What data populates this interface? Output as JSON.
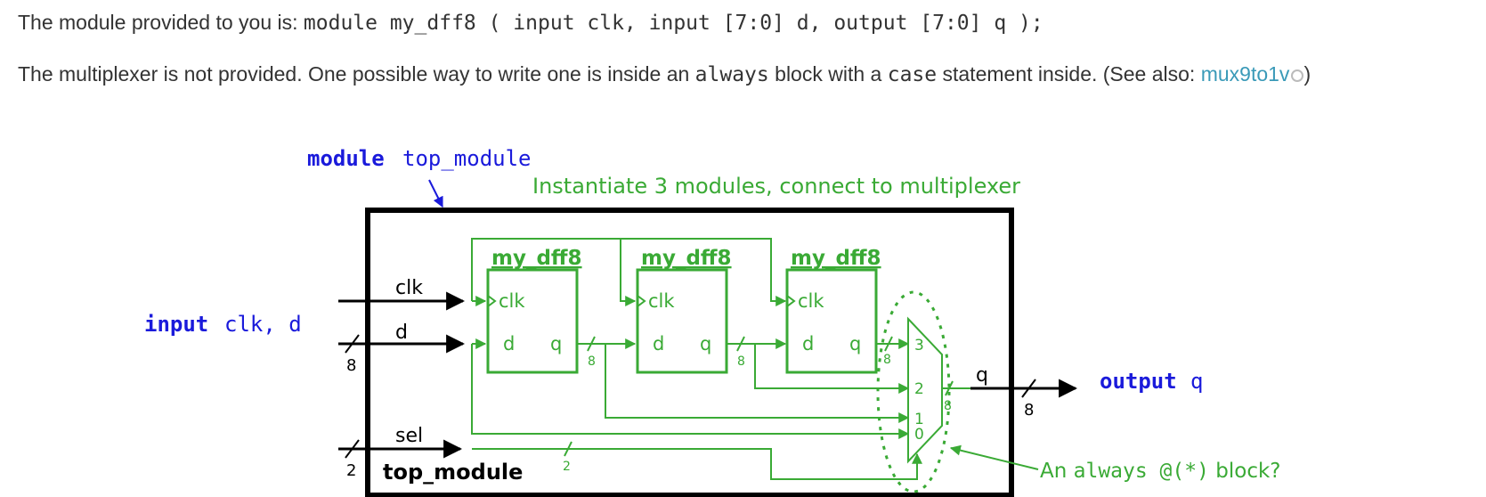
{
  "intro": {
    "p1_prefix": "The module provided to you is: ",
    "p1_code": "module my_dff8 ( input clk, input [7:0] d, output [7:0] q );",
    "p2_prefix": "The multiplexer is not provided. One possible way to write one is inside an ",
    "p2_always": "always",
    "p2_mid": " block with a ",
    "p2_case": "case",
    "p2_suffix": " statement inside. (See also: ",
    "p2_link": "mux9to1v",
    "p2_end": ")"
  },
  "diagram": {
    "module_kw": "module",
    "module_name": "top_module",
    "instantiate_note": "Instantiate 3 modules, connect to multiplexer",
    "input_kw": "input",
    "input_ports": "clk, d",
    "output_kw": "output",
    "output_port": "q",
    "clk_label": "clk",
    "d_label": "d",
    "sel_label": "sel",
    "top_module_label": "top_module",
    "dff_title": "my_dff8",
    "dff_clk": "clk",
    "dff_d": "d",
    "dff_q": "q",
    "q_wire_label": "q",
    "bus_8": "8",
    "bus_2": "2",
    "mux_inputs": [
      "3",
      "2",
      "1",
      "0"
    ],
    "always_note_prefix": "An ",
    "always_note_code": "always @(*)",
    "always_note_suffix": " block?"
  },
  "colors": {
    "green": "#3aaa35",
    "blue": "#1a1adb",
    "black": "#000000",
    "link": "#3a9ab8"
  }
}
